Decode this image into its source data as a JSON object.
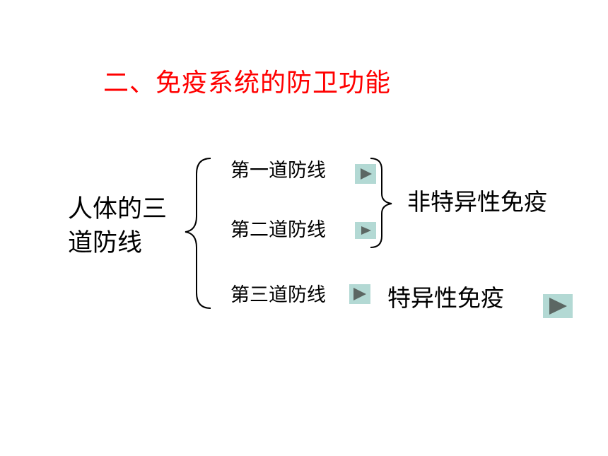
{
  "title": "二、免疫系统的防卫功能",
  "main_label": "人体的三道防线",
  "lines": [
    {
      "label": "第一道防线"
    },
    {
      "label": "第二道防线"
    },
    {
      "label": "第三道防线"
    }
  ],
  "groups": {
    "nonspecific": "非特异性免疫",
    "specific": "特异性免疫"
  },
  "colors": {
    "title": "#ff0000",
    "text": "#000000",
    "button_bg": "#b3d9d4",
    "button_icon": "#5c6763"
  },
  "icons": {
    "play_button": "play-triangle-icon"
  }
}
